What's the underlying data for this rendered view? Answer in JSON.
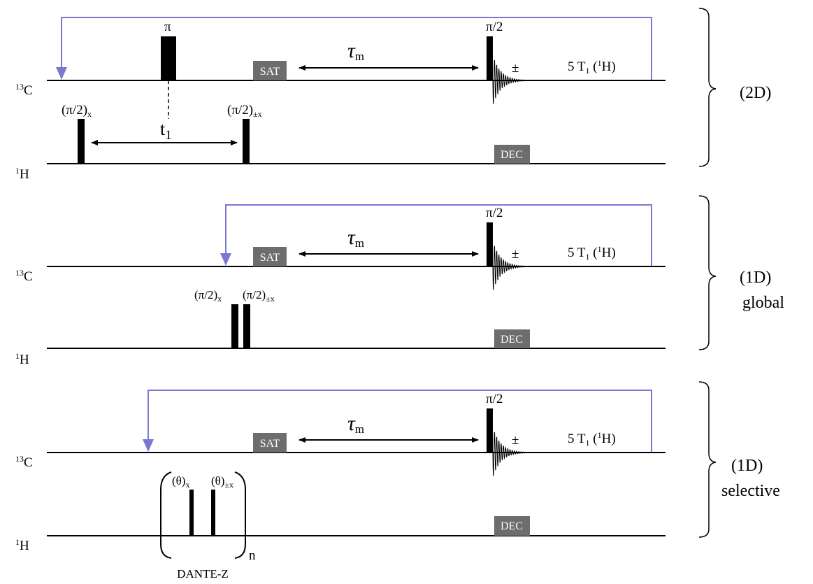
{
  "labels": {
    "carbon": {
      "sup": "13",
      "base": "C"
    },
    "proton": {
      "sup": "1",
      "base": "H"
    },
    "pi": "π",
    "pi_half": "π/2",
    "sat": "SAT",
    "dec": "DEC",
    "tau_m": {
      "base": "τ",
      "sub": "m"
    },
    "plus_minus": "±",
    "recycle": {
      "pre": "5 T",
      "sub": "1",
      "mid": " (",
      "sup": "1",
      "post": "H)"
    },
    "pulse_x": {
      "base": "(π/2)",
      "sub": "x"
    },
    "pulse_pmx": {
      "base": "(π/2)",
      "sub": "±x"
    },
    "t1": {
      "base": "t",
      "sub": "1"
    },
    "theta_x": {
      "base": "(θ)",
      "sub": "x"
    },
    "theta_pmx": {
      "base": "(θ)",
      "sub": "±x"
    },
    "n": "n",
    "dante": "DANTE-Z"
  },
  "panels": [
    {
      "id": "2d",
      "caption_lines": [
        "(2D)"
      ]
    },
    {
      "id": "1d-global",
      "caption_lines": [
        "(1D)",
        "global"
      ]
    },
    {
      "id": "1d-selective",
      "caption_lines": [
        "(1D)",
        "selective"
      ]
    }
  ],
  "colors": {
    "recycle_arrow": "#7b78d3",
    "box_fill": "#6d6d6d",
    "pulse": "#000000"
  }
}
